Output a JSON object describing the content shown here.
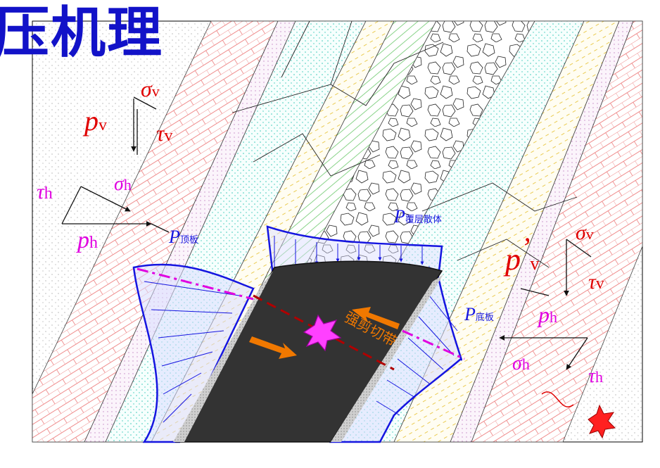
{
  "title": "压机理",
  "labels": {
    "sigma_v_top": "σ",
    "sigma_v_top_sub": "v",
    "p_v": "p",
    "p_v_sub": "v",
    "tau_v_top": "τ",
    "tau_v_top_sub": "v",
    "tau_h_left": "τ",
    "tau_h_left_sub": "h",
    "sigma_h_top": "σ",
    "sigma_h_top_sub": "h",
    "p_h_left": "p",
    "p_h_left_sub": "h",
    "p_roof": "P",
    "p_roof_sub": "顶板",
    "p_cover": "P",
    "p_cover_sub": "覆层散体",
    "shear_band": "强剪切带",
    "p_floor": "P",
    "p_floor_sub": "底板",
    "p_v_prime": "p",
    "p_v_prime_mark": "’",
    "p_v_prime_sub": "v",
    "sigma_v_right": "σ",
    "sigma_v_right_sub": "v",
    "tau_v_right": "τ",
    "tau_v_right_sub": "v",
    "p_h_right": "p",
    "p_h_right_sub": "h",
    "sigma_h_right": "σ",
    "sigma_h_right_sub": "h",
    "tau_h_right": "τ",
    "tau_h_right_sub": "h"
  },
  "colors": {
    "stress_red": "#e00000",
    "magenta": "#e000e0",
    "blue": "#1515e0",
    "orange": "#f07800",
    "coal": "#333333",
    "title": "#1212c8"
  }
}
